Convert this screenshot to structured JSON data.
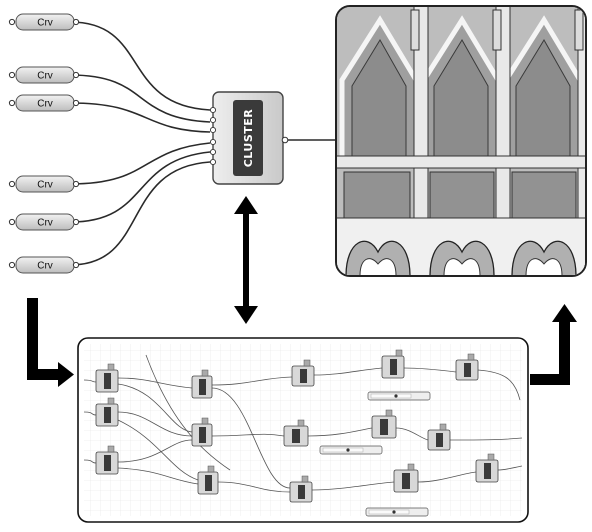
{
  "input_params": [
    {
      "label": "Crv"
    },
    {
      "label": "Crv"
    },
    {
      "label": "Crv"
    },
    {
      "label": "Crv"
    },
    {
      "label": "Crv"
    },
    {
      "label": "Crv"
    }
  ],
  "cluster": {
    "label": "CLUSTER"
  },
  "render": {
    "description_icon": "gothic-window-tracery-icon"
  },
  "arrows": {
    "bidirectional": "double-arrow-icon",
    "input": "arrow-right-icon",
    "output": "arrow-up-icon"
  },
  "colors": {
    "wire": "#2a2a2a",
    "node_fill": "#d8d8d8",
    "cluster_badge": "#3a3a3a",
    "arrow": "#000000"
  }
}
